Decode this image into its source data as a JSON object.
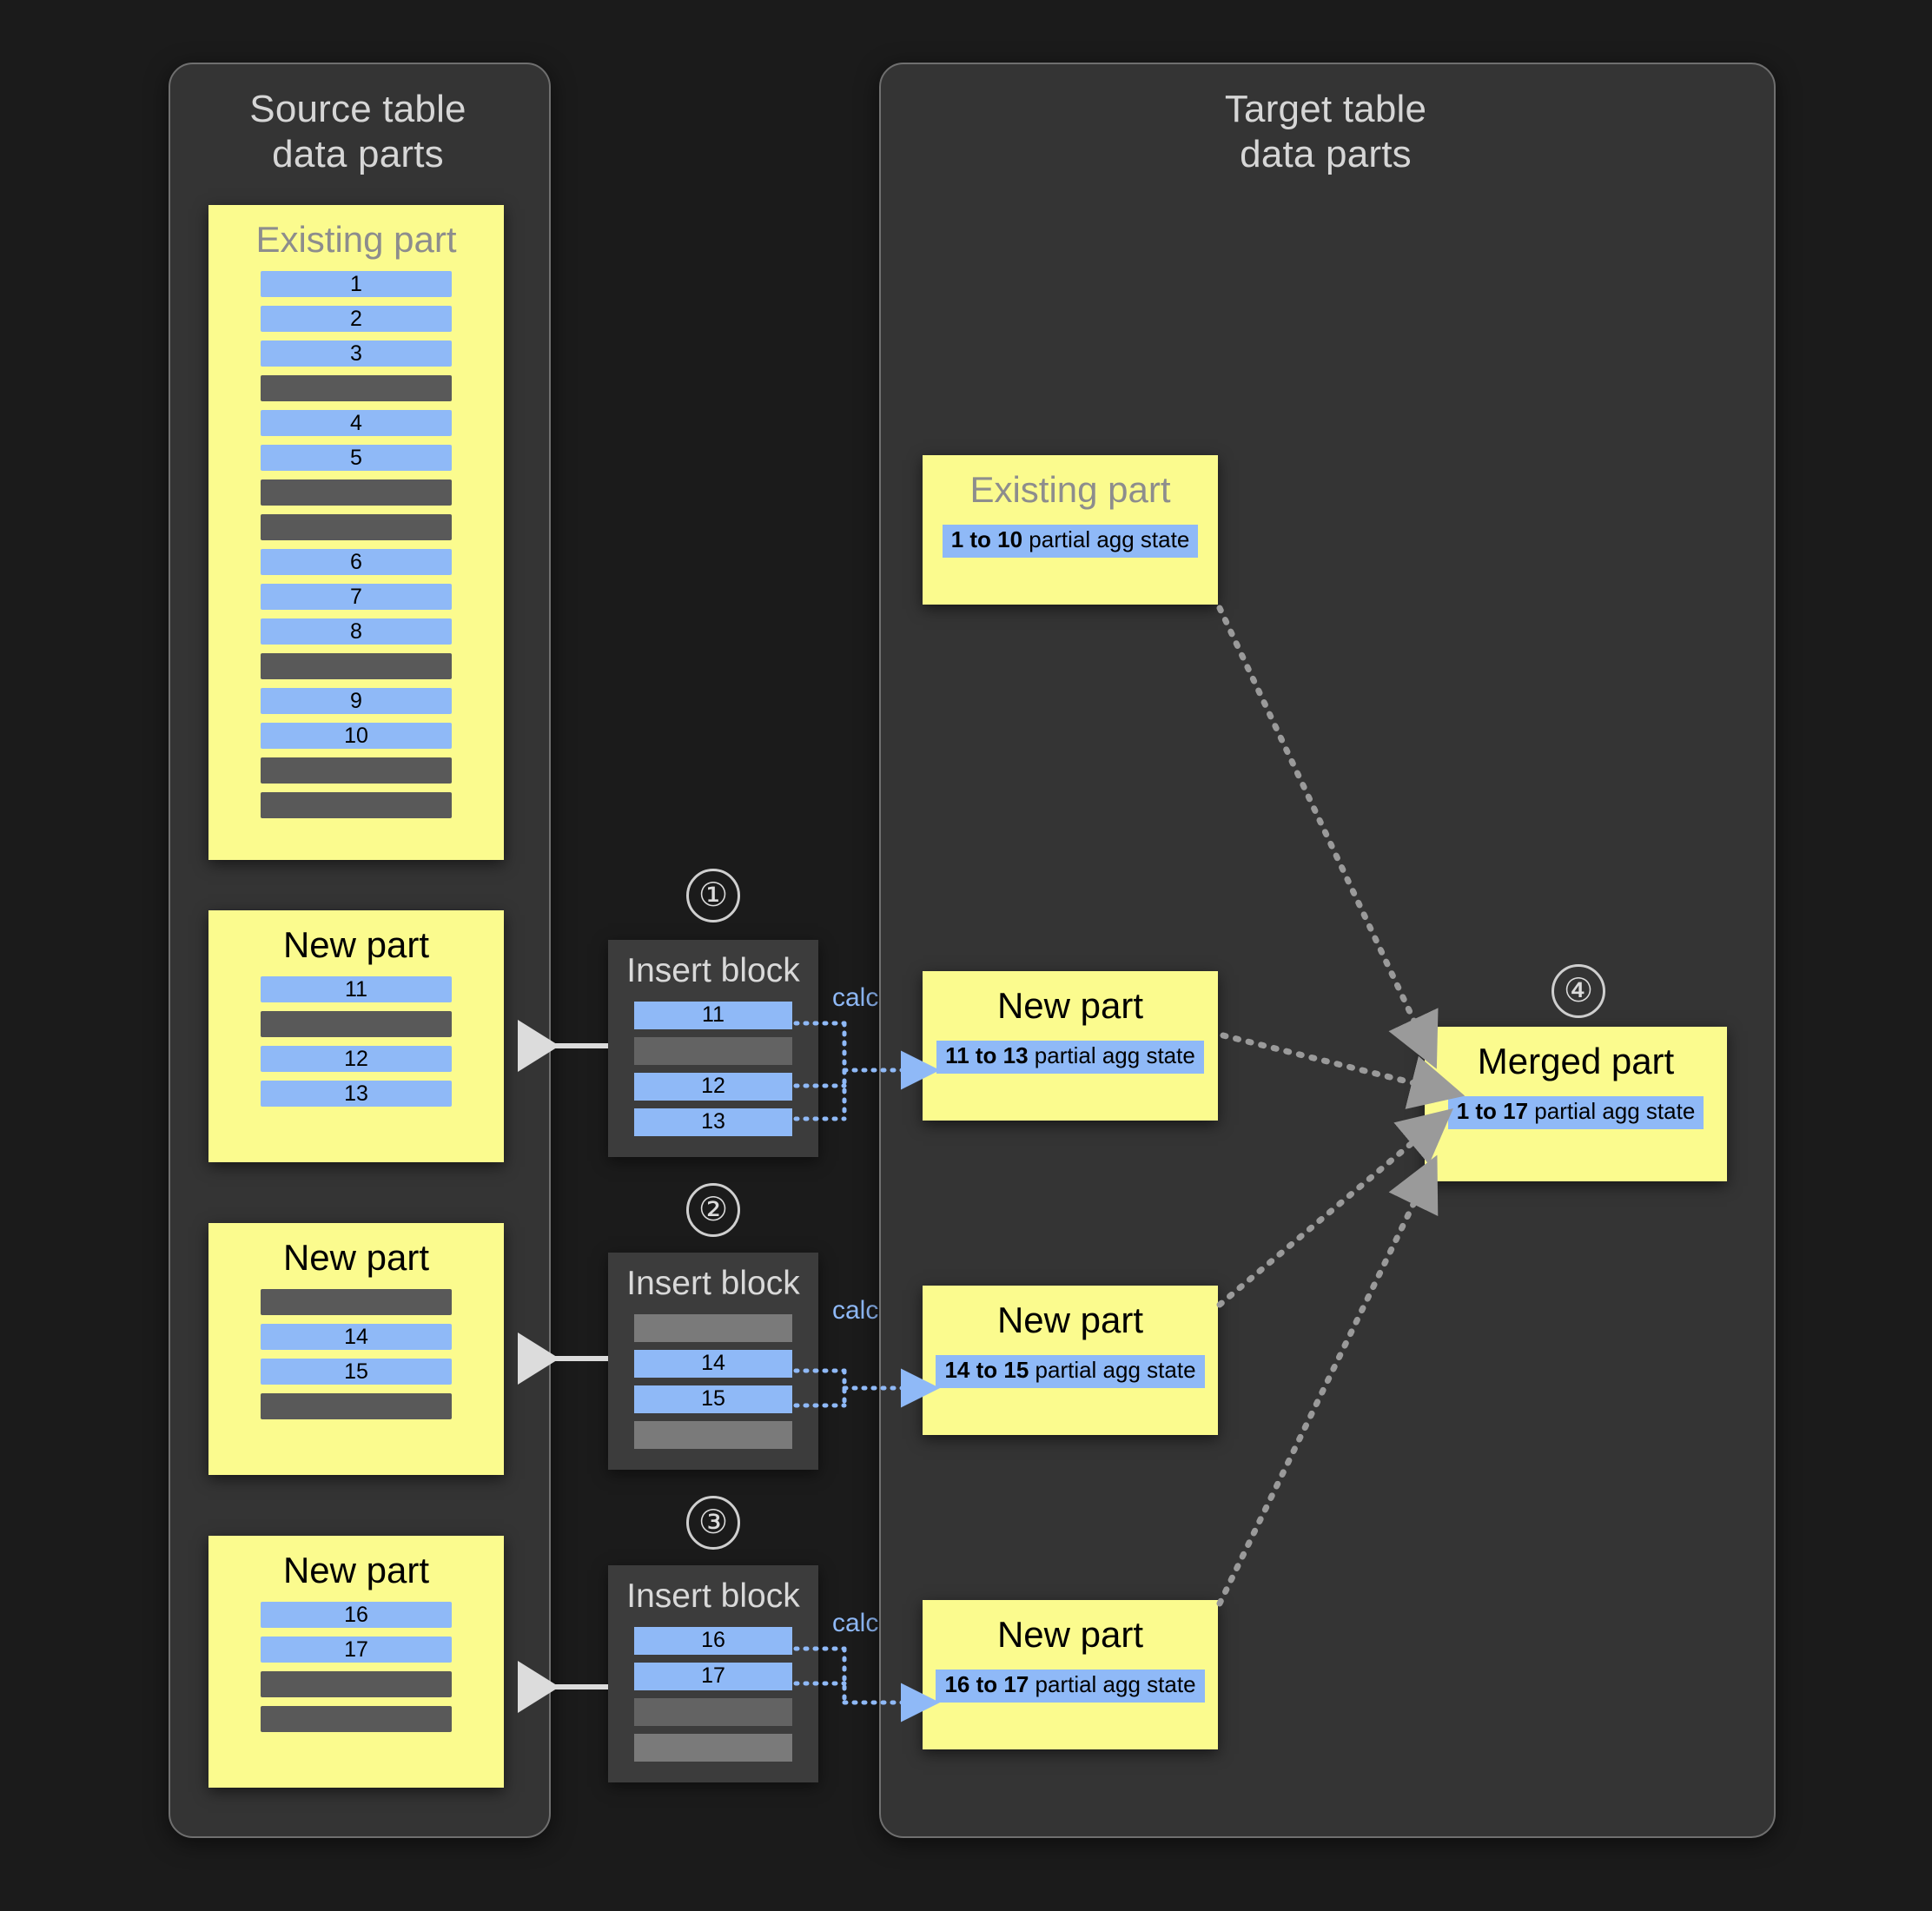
{
  "panels": {
    "source": {
      "title": "Source table\ndata parts"
    },
    "target": {
      "title": "Target table\ndata parts"
    }
  },
  "source_parts": [
    {
      "name": "existing-part",
      "title": "Existing part",
      "title_muted": true,
      "rows": [
        {
          "type": "blue",
          "label": "1"
        },
        {
          "type": "blue",
          "label": "2"
        },
        {
          "type": "blue",
          "label": "3"
        },
        {
          "type": "gray",
          "label": ""
        },
        {
          "type": "blue",
          "label": "4"
        },
        {
          "type": "blue",
          "label": "5"
        },
        {
          "type": "gray",
          "label": ""
        },
        {
          "type": "gray",
          "label": ""
        },
        {
          "type": "blue",
          "label": "6"
        },
        {
          "type": "blue",
          "label": "7"
        },
        {
          "type": "blue",
          "label": "8"
        },
        {
          "type": "gray",
          "label": ""
        },
        {
          "type": "blue",
          "label": "9"
        },
        {
          "type": "blue",
          "label": "10"
        },
        {
          "type": "gray",
          "label": ""
        },
        {
          "type": "gray",
          "label": ""
        }
      ]
    },
    {
      "name": "new-part-1",
      "title": "New part",
      "title_muted": false,
      "rows": [
        {
          "type": "blue",
          "label": "11"
        },
        {
          "type": "gray",
          "label": ""
        },
        {
          "type": "blue",
          "label": "12"
        },
        {
          "type": "blue",
          "label": "13"
        }
      ]
    },
    {
      "name": "new-part-2",
      "title": "New part",
      "title_muted": false,
      "rows": [
        {
          "type": "gray",
          "label": ""
        },
        {
          "type": "blue",
          "label": "14"
        },
        {
          "type": "blue",
          "label": "15"
        },
        {
          "type": "gray",
          "label": ""
        }
      ]
    },
    {
      "name": "new-part-3",
      "title": "New part",
      "title_muted": false,
      "rows": [
        {
          "type": "blue",
          "label": "16"
        },
        {
          "type": "blue",
          "label": "17"
        },
        {
          "type": "gray",
          "label": ""
        },
        {
          "type": "gray",
          "label": ""
        }
      ]
    }
  ],
  "insert_blocks": [
    {
      "step": "①",
      "title": "Insert block",
      "calc_label": "calc",
      "rows": [
        {
          "type": "blue",
          "label": "11"
        },
        {
          "type": "gray",
          "label": ""
        },
        {
          "type": "blue",
          "label": "12"
        },
        {
          "type": "blue",
          "label": "13"
        }
      ]
    },
    {
      "step": "②",
      "title": "Insert block",
      "calc_label": "calc",
      "rows": [
        {
          "type": "gray2",
          "label": ""
        },
        {
          "type": "blue",
          "label": "14"
        },
        {
          "type": "blue",
          "label": "15"
        },
        {
          "type": "gray2",
          "label": ""
        }
      ]
    },
    {
      "step": "③",
      "title": "Insert block",
      "calc_label": "calc",
      "rows": [
        {
          "type": "blue",
          "label": "16"
        },
        {
          "type": "blue",
          "label": "17"
        },
        {
          "type": "gray",
          "label": ""
        },
        {
          "type": "gray2",
          "label": ""
        }
      ]
    }
  ],
  "target_parts": [
    {
      "name": "target-existing-part",
      "title": "Existing part",
      "title_muted": true,
      "chip_range": "1 to 10",
      "chip_suffix": " partial agg state"
    },
    {
      "name": "target-new-part-1",
      "title": "New part",
      "title_muted": false,
      "chip_range": "11 to 13",
      "chip_suffix": " partial agg state"
    },
    {
      "name": "target-new-part-2",
      "title": "New part",
      "title_muted": false,
      "chip_range": "14 to 15",
      "chip_suffix": " partial agg state"
    },
    {
      "name": "target-new-part-3",
      "title": "New part",
      "title_muted": false,
      "chip_range": "16 to 17",
      "chip_suffix": " partial agg state"
    }
  ],
  "merged_part": {
    "step": "④",
    "title": "Merged part",
    "chip_range": "1 to 17",
    "chip_suffix": " partial agg state"
  },
  "colors": {
    "background": "#1b1b1b",
    "panel": "#343434",
    "panel_border": "#6f6f6f",
    "yellow": "#fbfb8e",
    "blue_row": "#8fb9f7",
    "gray_row": "#595959",
    "insert_block": "#3c3c3c",
    "accent_text": "#8fb9f7",
    "muted_title": "#8d8d8d",
    "arrow_solid": "#dcdcdc",
    "arrow_dotted": "#9a9a9a"
  }
}
